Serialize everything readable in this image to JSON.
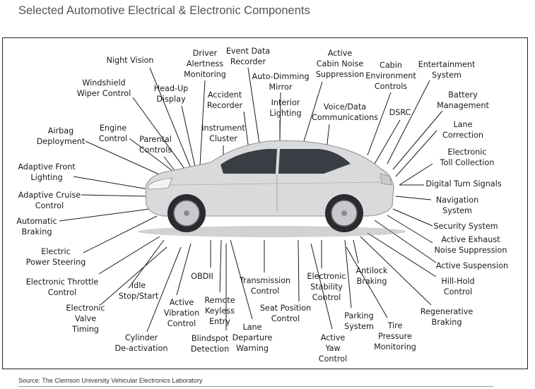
{
  "title": "Selected Automotive Electrical & Electronic Components",
  "source": "Source: The Clemson University Vehicular Electronics Laboratory",
  "colors": {
    "leader": "#1a1a1a",
    "car_body": "#d9dadc",
    "car_shadow": "#9a9b9e",
    "glass": "#3a3d44"
  },
  "components": [
    "Night Vision",
    "Driver\nAlertness\nMonitoring",
    "Event Data\nRecorder",
    "Auto-Dimming\nMirror",
    "Active\nCabin Noise\nSuppression",
    "Cabin\nEnvironment\nControls",
    "Entertainment\nSystem",
    "Windshield\nWiper Control",
    "Head-Up\nDisplay",
    "Accident\nRecorder",
    "Interior\nLighting",
    "Voice/Data\nCommunications",
    "DSRC",
    "Battery\nManagement",
    "Airbag\nDeployment",
    "Engine\nControl",
    "Parental\nControls",
    "Instrument\nCluster",
    "Lane\nCorrection",
    "Electronic\nToll Collection",
    "Adaptive Front\nLighting",
    "Digital Turn Signals",
    "Adaptive Cruise\nControl",
    "Navigation\nSystem",
    "Automatic\nBraking",
    "Security System",
    "Active Exhaust\nNoise Suppression",
    "Electric\nPower Steering",
    "Active Suspension",
    "Electronic Throttle\nControl",
    "Idle\nStop/Start",
    "OBDII",
    "Transmission\nControl",
    "Electronic\nStability\nControl",
    "Antilock\nBraking",
    "Hill-Hold\nControl",
    "Electronic\nValve\nTiming",
    "Active\nVibration\nControl",
    "Remote\nKeyless\nEntry",
    "Seat Position\nControl",
    "Parking\nSystem",
    "Regenerative\nBraking",
    "Cylinder\nDe-activation",
    "Blindspot\nDetection",
    "Lane\nDeparture\nWarning",
    "Active\nYaw\nControl",
    "Tire\nPressure\nMonitoring"
  ]
}
